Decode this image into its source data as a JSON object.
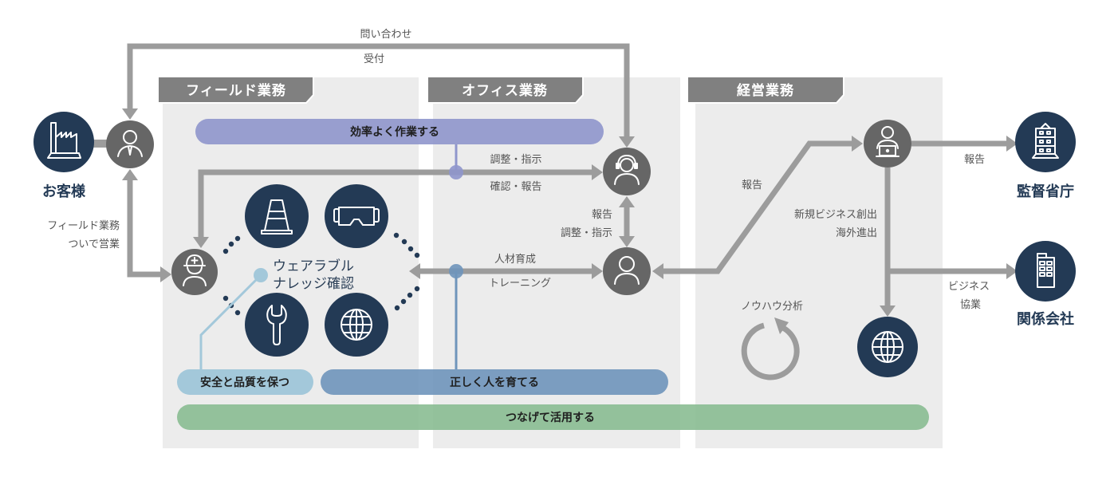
{
  "top_flow": {
    "inquiry": "問い合わせ",
    "reception": "受付"
  },
  "sections": {
    "field": {
      "title": "フィールド業務"
    },
    "office": {
      "title": "オフィス業務"
    },
    "management": {
      "title": "経営業務"
    }
  },
  "entities": {
    "customer": "お客様",
    "regulator": "監督省庁",
    "affiliate": "関係会社"
  },
  "flow_labels": {
    "field_sales_1": "フィールド業務",
    "field_sales_2": "ついで営業",
    "adjust_instruct": "調整・指示",
    "confirm_report": "確認・報告",
    "report_up": "報告",
    "adjust_down": "調整・指示",
    "hr_development": "人材育成",
    "training": "トレーニング",
    "report_to_management": "報告",
    "new_business": "新規ビジネス創出",
    "overseas": "海外進出",
    "report_to_regulator": "報告",
    "business": "ビジネス",
    "collaboration": "協業",
    "knowhow_analysis": "ノウハウ分析"
  },
  "wearable": {
    "line1": "ウェアラブル",
    "line2": "ナレッジ確認"
  },
  "goals": {
    "efficiency": "効率よく作業する",
    "safety_quality": "安全と品質を保つ",
    "train_people": "正しく人を育てる",
    "connect_utilize": "つなげて活用する"
  },
  "icons": {
    "customer": "factory-icon",
    "customer_contact": "person-tie-icon",
    "field_worker": "hardhat-worker-icon",
    "office_operator": "headset-person-icon",
    "office_staff": "person-icon",
    "manager": "person-laptop-icon",
    "regulator": "government-building-icon",
    "affiliate": "office-building-icon",
    "wearables": [
      "traffic-cone-icon",
      "goggles-icon",
      "wrench-icon",
      "globe-icon"
    ],
    "management_global": "globe-icon",
    "knowhow": "refresh-cycle-icon"
  },
  "colors": {
    "navy": "#233a55",
    "node_gray": "#666666",
    "arrow_gray": "#9c9c9c",
    "panel": "#ececec",
    "tab": "#808080",
    "goal_efficiency": "#9aa0d1",
    "goal_safety": "#a3c8da",
    "goal_train": "#7a9dbf",
    "goal_connect": "#8fbf98"
  }
}
